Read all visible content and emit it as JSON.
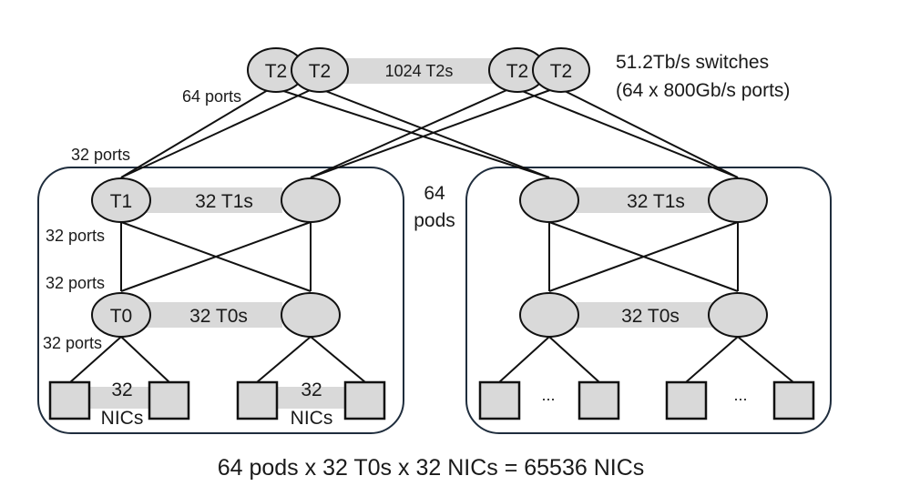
{
  "tier2": {
    "node_label": "T2",
    "band_label": "1024 T2s",
    "spec_line1": "51.2Tb/s switches",
    "spec_line2": "(64 x 800Gb/s ports)",
    "ports_label": "64 ports"
  },
  "tier1_ports_label": "32 ports",
  "pods_label_line1": "64",
  "pods_label_line2": "pods",
  "left_pod": {
    "t1_node_label": "T1",
    "t1_band_label": "32 T1s",
    "t1_down_ports": "32 ports",
    "t0_up_ports": "32 ports",
    "t0_node_label": "T0",
    "t0_band_label": "32 T0s",
    "t0_down_ports": "32 ports",
    "nic_group1_line1": "32",
    "nic_group1_line2": "NICs",
    "nic_group2_line1": "32",
    "nic_group2_line2": "NICs"
  },
  "right_pod": {
    "t1_band_label": "32 T1s",
    "t0_band_label": "32 T0s",
    "ellipsis1": "...",
    "ellipsis2": "..."
  },
  "formula": "64 pods x 32 T0s x 32 NICs = 65536 NICs",
  "colors": {
    "node_fill": "#d9d9d9",
    "stroke": "#111111",
    "pod_border": "#1f2d3d"
  }
}
